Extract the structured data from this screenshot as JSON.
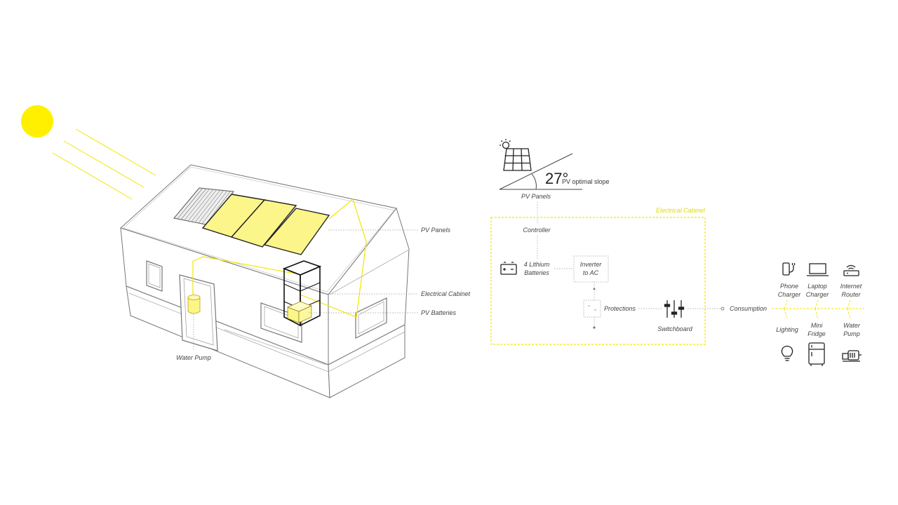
{
  "house": {
    "pv_panels": "PV Panels",
    "electrical_cabinet": "Electrical Cabinet",
    "pv_batteries": "PV Batteries",
    "water_pump": "Water Pump"
  },
  "schematic": {
    "angle_value": "27°",
    "angle_caption": "PV optimal slope",
    "pv_panels": "PV Panels",
    "cabinet_title": "Electrical Cabinet",
    "controller": "Controller",
    "batteries_line1": "4  Lithium",
    "batteries_line2": "Batteries",
    "inverter_line1": "Inverter",
    "inverter_line2": "to AC",
    "protections": "Protections",
    "switchboard": "Switchboard",
    "consumption": "Consumption"
  },
  "loads": {
    "phone_line1": "Phone",
    "phone_line2": "Charger",
    "laptop_line1": "Laptop",
    "laptop_line2": "Charger",
    "router_line1": "Internet",
    "router_line2": "Router",
    "lighting": "Lighting",
    "fridge_line1": "Mini",
    "fridge_line2": "Fridge",
    "pump_line1": "Water",
    "pump_line2": "Pump"
  },
  "colors": {
    "sun": "#fff000",
    "panel_fill": "#fbf58a",
    "wire": "#f2e600",
    "cabinet_border": "#f2e600"
  },
  "icons": [
    "sun-icon",
    "solar-panel-icon",
    "battery-icon",
    "switchboard-icon",
    "phone-charger-icon",
    "laptop-icon",
    "router-icon",
    "lightbulb-icon",
    "fridge-icon",
    "water-pump-icon"
  ]
}
